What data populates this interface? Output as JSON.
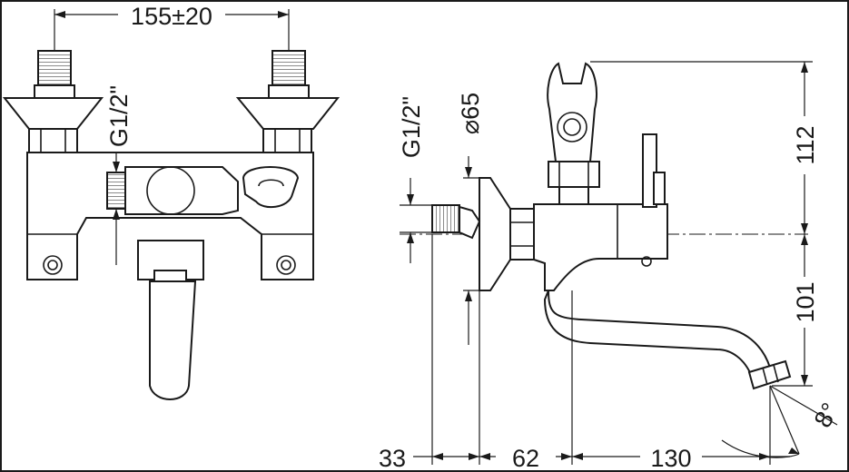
{
  "dimensions": {
    "spacing": "155±20",
    "thread_front": "G1/2\"",
    "thread_side": "G1/2\"",
    "diameter": "⌀65",
    "height_top": "112",
    "height_bottom": "101",
    "depth_wall": "33",
    "depth_body": "62",
    "depth_spout": "130",
    "angle": "8°"
  }
}
